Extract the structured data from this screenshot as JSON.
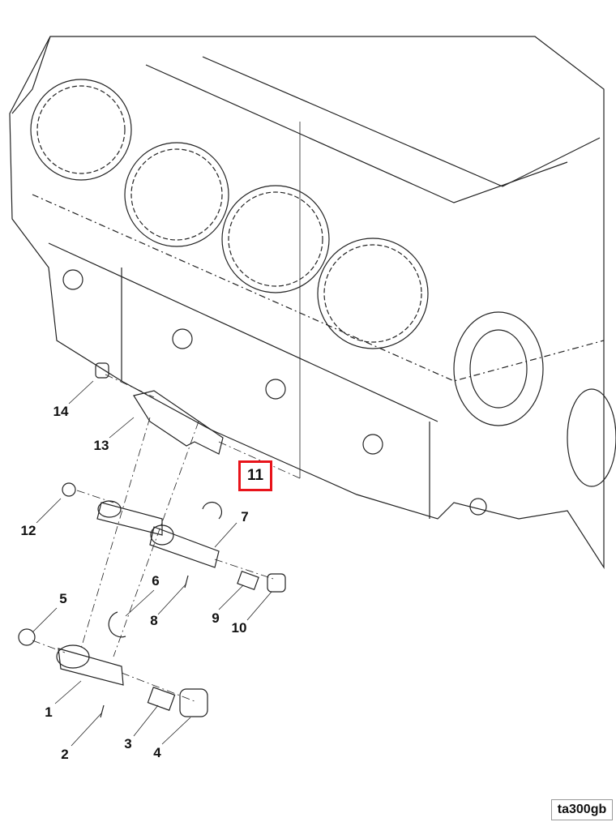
{
  "callouts": {
    "c1": "1",
    "c2": "2",
    "c3": "3",
    "c4": "4",
    "c5": "5",
    "c6": "6",
    "c7": "7",
    "c8": "8",
    "c9": "9",
    "c10": "10",
    "c11": "11",
    "c12": "12",
    "c13": "13",
    "c14": "14"
  },
  "highlighted_callout": "11",
  "highlight_color": "#e8141b",
  "drawing_code": "ta300gb"
}
